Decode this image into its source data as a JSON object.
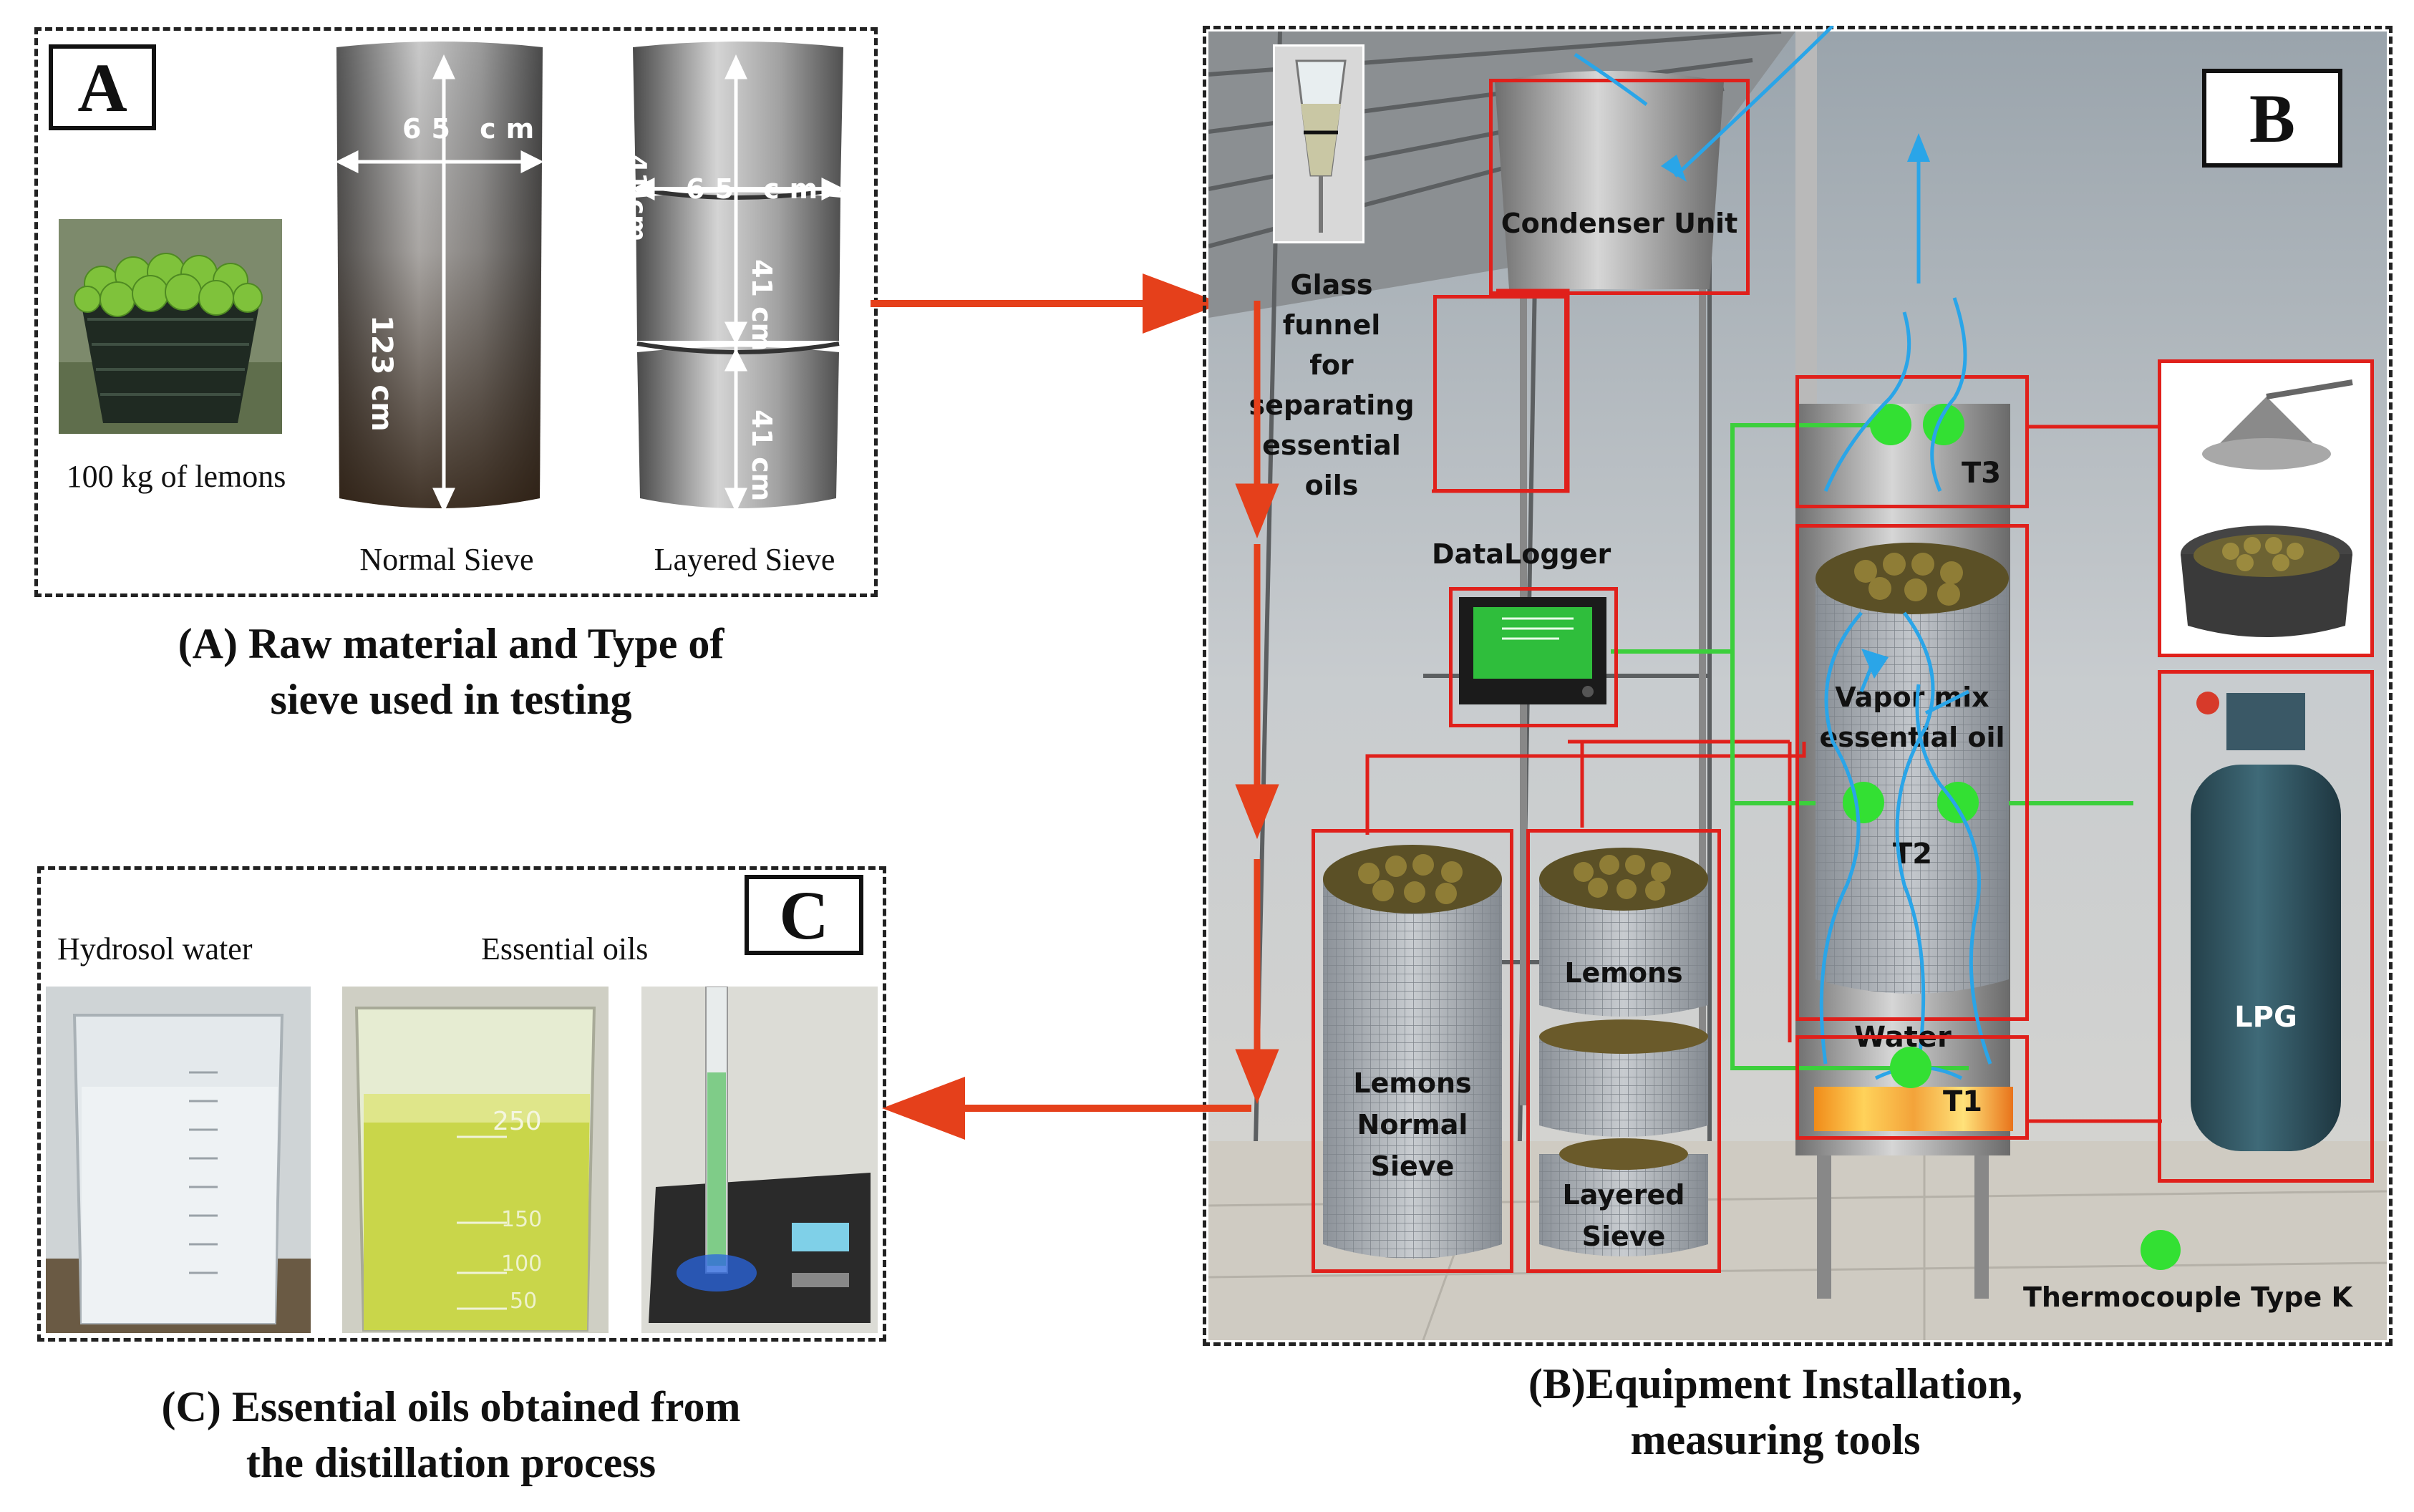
{
  "panel_a": {
    "letter": "A",
    "caption_line1": "(A) Raw material and Type of",
    "caption_line2": "sieve used in testing",
    "lemons_label": "100 kg of lemons",
    "normal_sieve_label": "Normal Sieve",
    "layered_sieve_label": "Layered Sieve",
    "dim_width_normal": "65 cm",
    "dim_height_normal": "123 cm",
    "dim_width_layered": "65 cm",
    "dim_layer_top": "41 cm",
    "dim_layer_mid": "41 cm",
    "dim_layer_bot": "41 cm"
  },
  "panel_b": {
    "letter": "B",
    "caption_line1": "(B)Equipment Installation,",
    "caption_line2": "measuring tools",
    "glass_funnel_line1": "Glass funnel",
    "glass_funnel_line2": "for separating",
    "glass_funnel_line3": "essential oils",
    "condenser_label": "Condenser Unit",
    "datalogger_label": "DataLogger",
    "vapor_line1": "Vapor mix",
    "vapor_line2": "essential oil",
    "t1": "T1",
    "t2": "T2",
    "t3": "T3",
    "water_label": "Water",
    "lpg_label": "LPG",
    "thermocouple_label": "Thermocouple Type K",
    "normal_sieve_line1": "Lemons",
    "normal_sieve_line2": "Normal",
    "normal_sieve_line3": "Sieve",
    "layered_lemons": "Lemons",
    "layered_sieve_line1": "Layered",
    "layered_sieve_line2": "Sieve"
  },
  "panel_c": {
    "letter": "C",
    "caption_line1": "(C) Essential oils obtained from",
    "caption_line2": "the distillation process",
    "hydrosol_label": "Hydrosol water",
    "essential_oils_label": "Essential oils",
    "beaker_mark_250": "250",
    "beaker_mark_150": "150",
    "beaker_mark_100": "100",
    "beaker_mark_50": "50"
  },
  "colors": {
    "arrow_red": "#e5401b",
    "box_red": "#e0201b",
    "vapor_blue": "#2aa5e8",
    "sensor_green": "#33e033",
    "wire_green": "#3ccf3c"
  }
}
